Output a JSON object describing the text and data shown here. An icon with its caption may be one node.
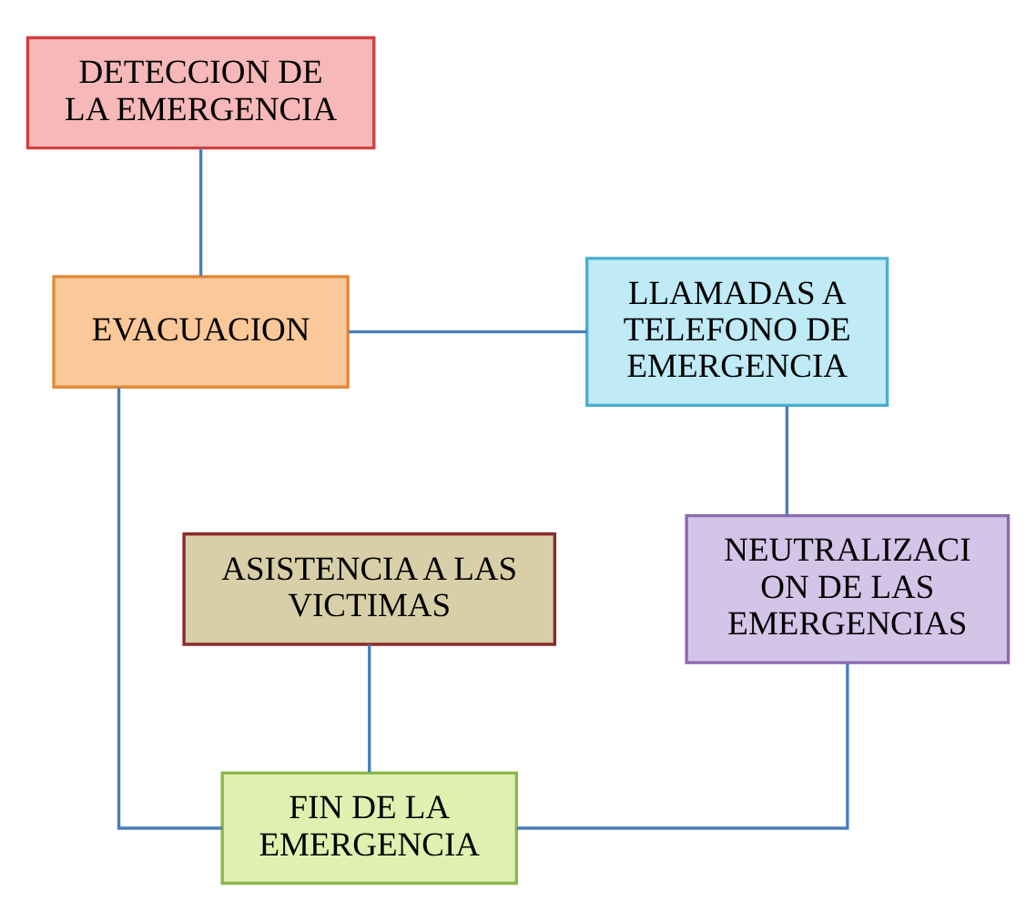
{
  "diagram": {
    "nodes": [
      {
        "text": [
          "DETECCION DE LA EMERGENCIA"
        ]
      },
      {
        "text": [
          "EVACUACION"
        ]
      },
      {
        "text": [
          "LLAMADAS A TELEFONO DE EMERGENCIA"
        ]
      },
      {
        "text": [
          "ASISTENCIA A LAS VICTIMAS"
        ]
      },
      {
        "text": [
          "NEUTRALIZACI ON DE LAS EMERGENCIAS"
        ]
      },
      {
        "text": [
          "FIN DE LA EMERGENCIA"
        ]
      }
    ],
    "edges": [
      {
        "from": 0,
        "to": 1,
        "arrow": "none"
      },
      {
        "from": 1,
        "to": 2,
        "arrow": "none"
      },
      {
        "from": 1,
        "to": 5,
        "arrow": "none"
      },
      {
        "from": 3,
        "to": 5,
        "arrow": "none"
      },
      {
        "from": 2,
        "to": 4,
        "arrow": "none"
      },
      {
        "from": 4,
        "to": 5,
        "arrow": "none"
      }
    ]
  }
}
